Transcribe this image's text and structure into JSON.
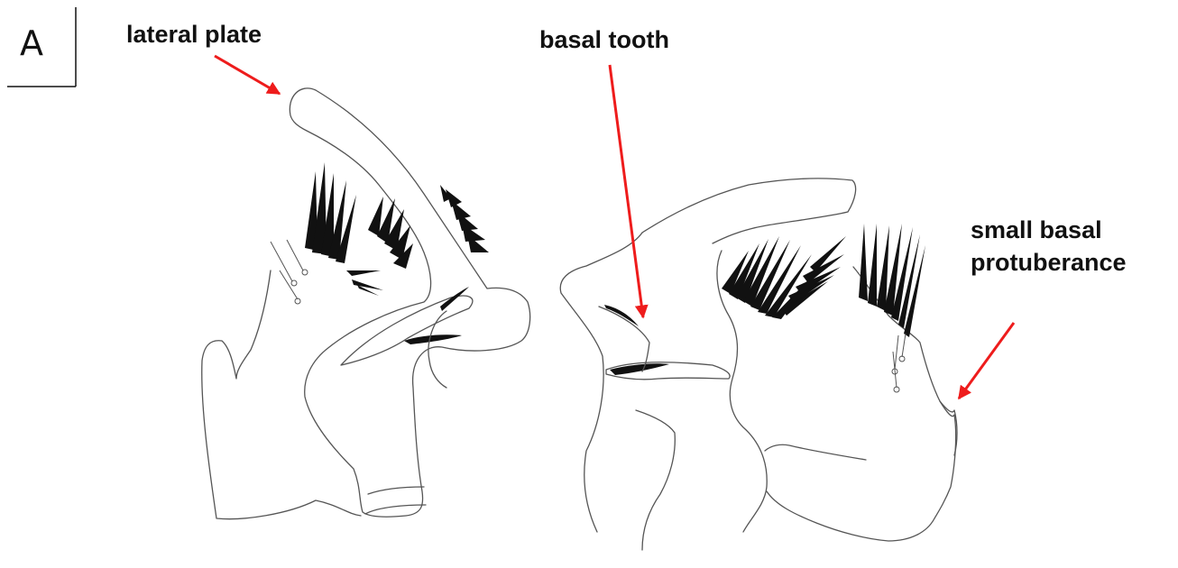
{
  "panel": {
    "letter": "A"
  },
  "labels": {
    "lateral_plate": "lateral plate",
    "basal_tooth": "basal tooth",
    "small_basal_protuberance_line1": "small basal",
    "small_basal_protuberance_line2": "protuberance"
  },
  "colors": {
    "arrow": "#ee1c1c",
    "outline": "#555555",
    "bristles": "#111111"
  }
}
